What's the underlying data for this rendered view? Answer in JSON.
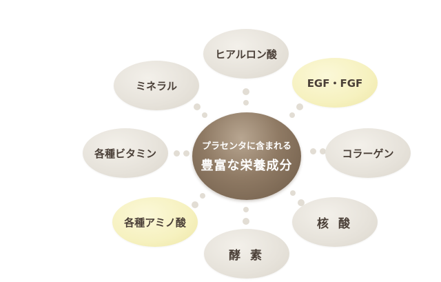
{
  "center": {
    "line1": "プラセンタに含まれる",
    "line2": "豊富な栄養成分"
  },
  "nodes": {
    "top": "ヒアルロン酸",
    "top_right": "EGF・FGF",
    "right": "コラーゲン",
    "bottom_right": "核 酸",
    "bottom": "酵 素",
    "bottom_left": "各種アミノ酸",
    "left": "各種ビタミン",
    "top_left": "ミネラル"
  },
  "colors": {
    "node_fill": "#e6e2da",
    "highlight_fill": "#f6f1bf",
    "center_fill": "#8f7a64",
    "text": "#4a3f37"
  }
}
